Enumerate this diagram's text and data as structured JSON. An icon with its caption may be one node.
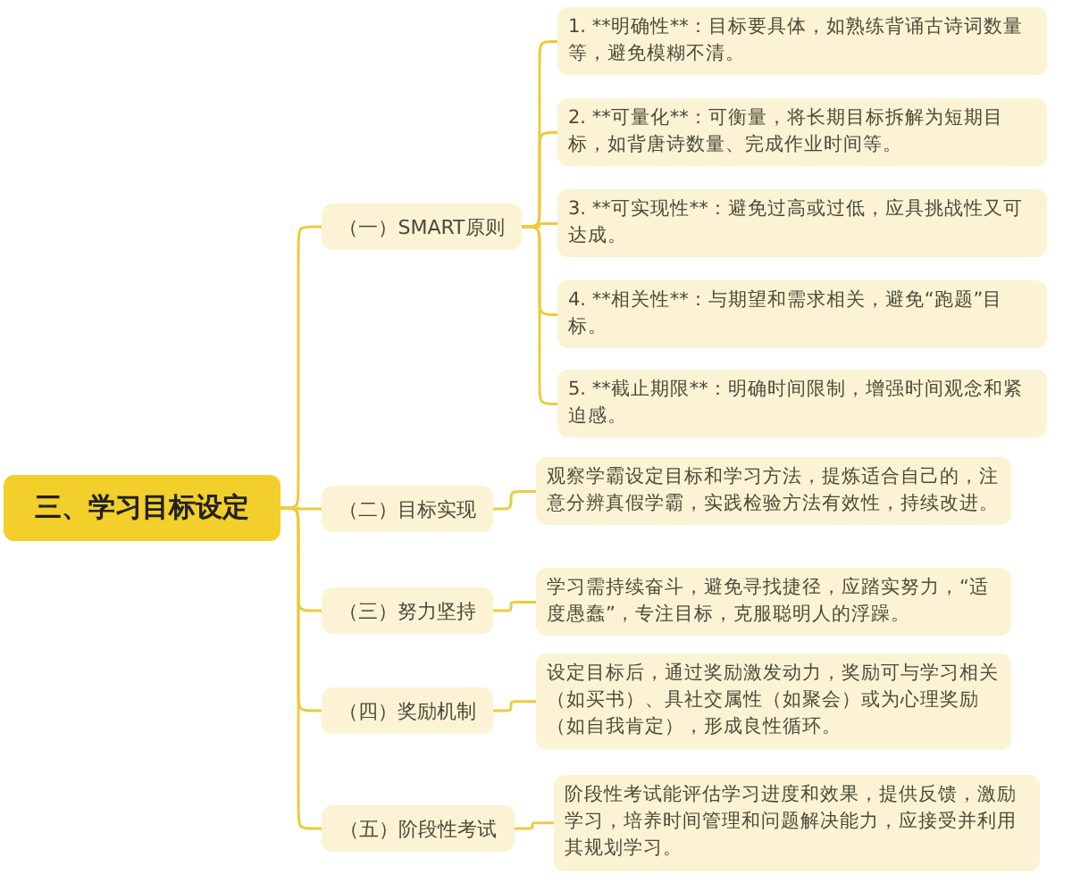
{
  "diagram": {
    "nodes": [
      {
        "text": [
          "三、学习目标设定"
        ]
      },
      {
        "text": [
          "（一）SMART原则"
        ]
      },
      {
        "text": [
          "1. **明确性**：目标要具体，如熟练背诵古诗词数量等，避免模糊不清。"
        ]
      },
      {
        "text": [
          "2. **可量化**：可衡量，将长期目标拆解为短期目标，如背唐诗数量、完成作业时间等。"
        ]
      },
      {
        "text": [
          "3. **可实现性**：避免过高或过低，应具挑战性又可达成。"
        ]
      },
      {
        "text": [
          "4. **相关性**：与期望和需求相关，避免“跑题”目标。"
        ]
      },
      {
        "text": [
          "5. **截止期限**：明确时间限制，增强时间观念和紧迫感。"
        ]
      },
      {
        "text": [
          "（二）目标实现"
        ]
      },
      {
        "text": [
          "观察学霸设定目标和学习方法，提炼适合自己的，注意分辨真假学霸，实践检验方法有效性，持续改进。"
        ]
      },
      {
        "text": [
          "（三）努力坚持"
        ]
      },
      {
        "text": [
          "学习需持续奋斗，避免寻找捷径，应踏实努力，“适度愚蠢”，专注目标，克服聪明人的浮躁。"
        ]
      },
      {
        "text": [
          "（四）奖励机制"
        ]
      },
      {
        "text": [
          "设定目标后，通过奖励激发动力，奖励可与学习相关（如买书）、具社交属性（如聚会）或为心理奖励（如自我肯定），形成良性循环。"
        ]
      },
      {
        "text": [
          "（五）阶段性考试"
        ]
      },
      {
        "text": [
          "阶段性考试能评估学习进度和效果，提供反馈，激励学习，培养时间管理和问题解决能力，应接受并利用其规划学习。"
        ]
      }
    ],
    "edges": [
      {
        "from": 0,
        "to": 1,
        "arrow": "none"
      },
      {
        "from": 1,
        "to": 2,
        "arrow": "none"
      },
      {
        "from": 1,
        "to": 3,
        "arrow": "none"
      },
      {
        "from": 1,
        "to": 4,
        "arrow": "none"
      },
      {
        "from": 1,
        "to": 5,
        "arrow": "none"
      },
      {
        "from": 1,
        "to": 6,
        "arrow": "none"
      },
      {
        "from": 0,
        "to": 7,
        "arrow": "none"
      },
      {
        "from": 7,
        "to": 8,
        "arrow": "none"
      },
      {
        "from": 0,
        "to": 9,
        "arrow": "none"
      },
      {
        "from": 9,
        "to": 10,
        "arrow": "none"
      },
      {
        "from": 0,
        "to": 11,
        "arrow": "none"
      },
      {
        "from": 11,
        "to": 12,
        "arrow": "none"
      },
      {
        "from": 0,
        "to": 13,
        "arrow": "none"
      },
      {
        "from": 13,
        "to": 14,
        "arrow": "none"
      }
    ]
  }
}
